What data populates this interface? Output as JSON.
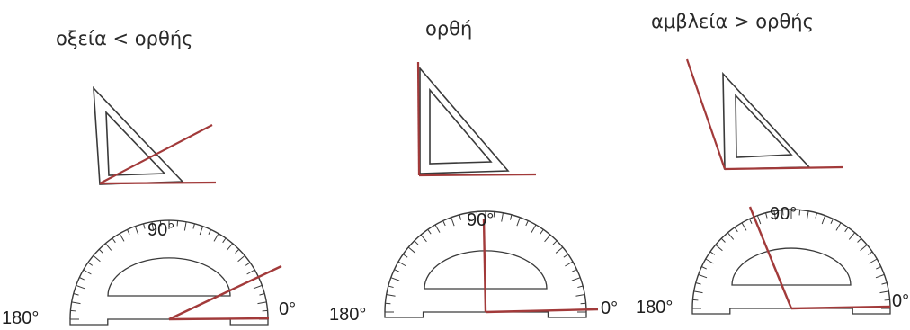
{
  "colors": {
    "line": "#a23a3a",
    "outline": "#3a3a3a",
    "ink": "#2a2a2a"
  },
  "panels": [
    {
      "title": "οξεία < ορθής",
      "kind": "acute",
      "protractor": {
        "top_label": "90°",
        "left_label": "180°",
        "right_label": "0°"
      }
    },
    {
      "title": "ορθή",
      "kind": "right",
      "protractor": {
        "top_label": "90°",
        "left_label": "180°",
        "right_label": "0°"
      }
    },
    {
      "title": "αμβλεία > ορθής",
      "kind": "obtuse",
      "protractor": {
        "top_label": "90°",
        "left_label": "180°",
        "right_label": "0°"
      }
    }
  ]
}
